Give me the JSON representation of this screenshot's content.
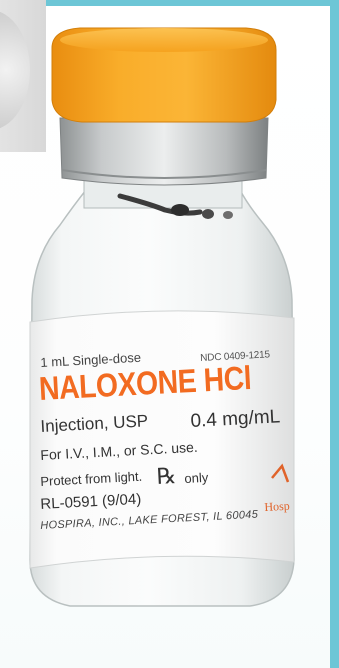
{
  "label": {
    "volume": "1 mL Single-dose",
    "ndc": "NDC 0409-1215",
    "drug_name": "NALOXONE HCl",
    "injection": "Injection, USP",
    "concentration": "0.4 mg/mL",
    "routes": "For I.V., I.M., or S.C. use.",
    "protect": "Protect from light.",
    "rx_symbol": "℞",
    "rx_only": "only",
    "code": "RL-0591 (9/04)",
    "manufacturer": "HOSPIRA, INC., LAKE FOREST, IL 60045",
    "brand": "Hosp"
  },
  "colors": {
    "frame": "#6dc6d6",
    "cap": "#f7a21c",
    "drug_name": "#f26b21",
    "crimp": "#b9bcbd"
  }
}
